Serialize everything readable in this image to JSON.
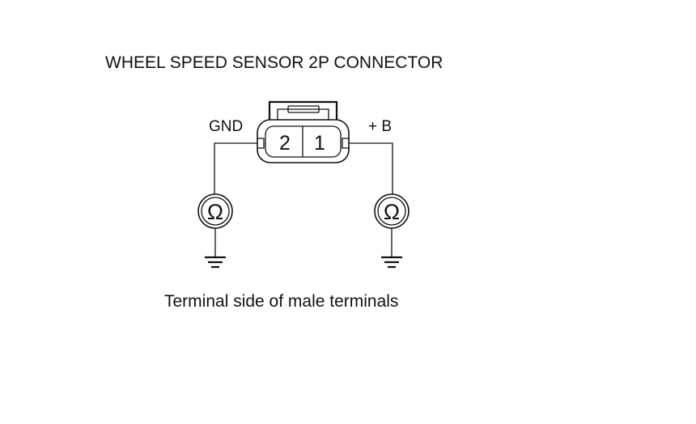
{
  "title": "WHEEL SPEED SENSOR 2P CONNECTOR",
  "connector": {
    "left_label": "GND",
    "right_label": "+ B",
    "pins": [
      "2",
      "1"
    ]
  },
  "meters": {
    "symbol": "Ω",
    "icon": "ohmmeter-icon"
  },
  "ground": {
    "icon": "ground-icon"
  },
  "caption": "Terminal side of male terminals"
}
